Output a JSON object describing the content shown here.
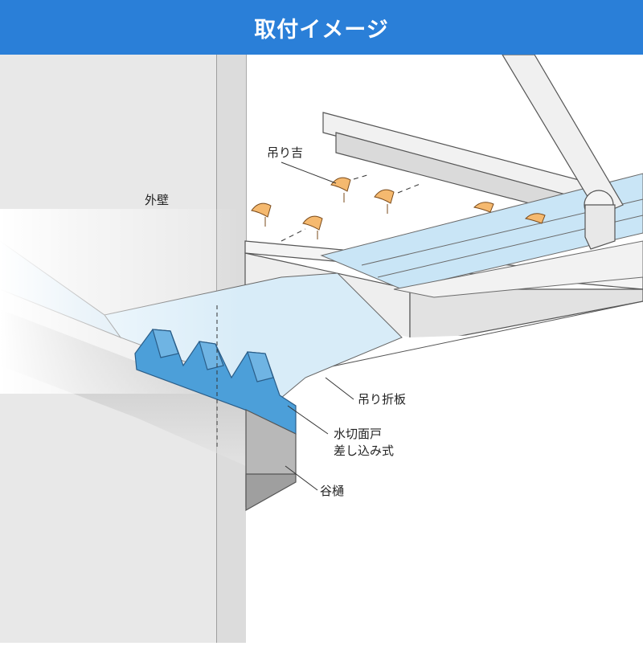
{
  "header": {
    "title": "取付イメージ"
  },
  "colors": {
    "header_bg": "#2a7fd8",
    "wall": "#e7e7e7",
    "panel_blue": "#c6e3f5",
    "flashing_blue": "#4b9fd8",
    "clip_orange": "#f4b56b",
    "gutter_gray": "#b0b0b0",
    "outline": "#3a3a3a"
  },
  "labels": {
    "wall": "外壁",
    "hanger": "吊り吉",
    "folded_plate": "吊り折板",
    "flashing_line1": "水切面戸",
    "flashing_line2": "差し込み式",
    "gutter": "谷樋"
  }
}
